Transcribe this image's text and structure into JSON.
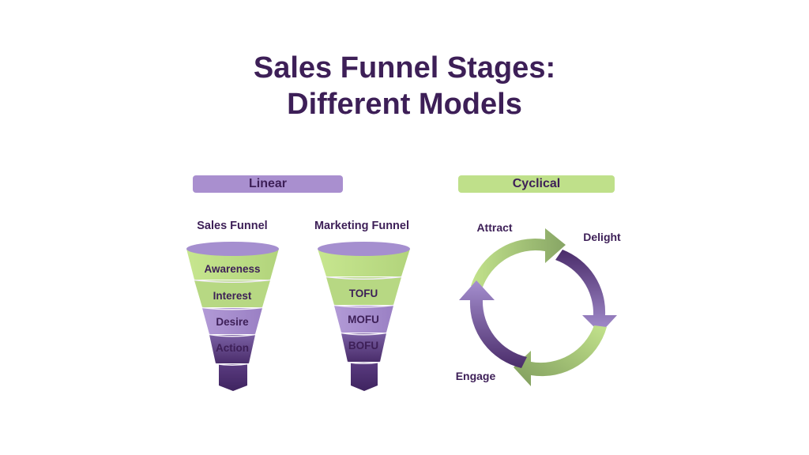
{
  "title": {
    "line1": "Sales Funnel Stages:",
    "line2": "Different Models"
  },
  "linear": {
    "label": "Linear",
    "sales_funnel": {
      "title": "Sales Funnel",
      "stages": [
        "Awareness",
        "Interest",
        "Desire",
        "Action"
      ]
    },
    "marketing_funnel": {
      "title": "Marketing Funnel",
      "stages": [
        "",
        "TOFU",
        "MOFU",
        "BOFU"
      ]
    }
  },
  "cyclical": {
    "label": "Cyclical",
    "stages": [
      "Attract",
      "Delight",
      "Engage"
    ]
  },
  "colors": {
    "dark_purple": "#3d1f57",
    "mid_purple": "#7d62a6",
    "light_purple": "#a98fcf",
    "light_green": "#bfe08a",
    "olive_green": "#8aa566"
  }
}
